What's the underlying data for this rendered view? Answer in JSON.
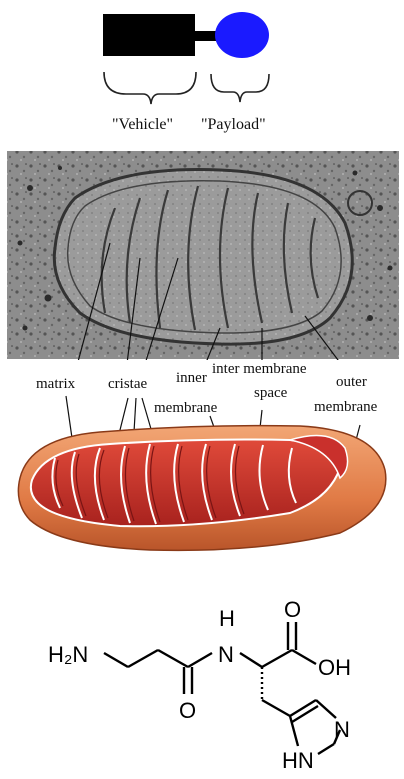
{
  "schematic": {
    "vehicle_label": "\"Vehicle\"",
    "payload_label": "\"Payload\"",
    "vehicle_color": "#000000",
    "payload_color": "#1a1aff"
  },
  "mitochondrion": {
    "labels": {
      "matrix": "matrix",
      "cristae": "cristae",
      "inner_membrane_line1": "inner",
      "inner_membrane_line2": "membrane",
      "inter_membrane_line1": "inter membrane",
      "inter_membrane_line2": "space",
      "outer_membrane_line1": "outer",
      "outer_membrane_line2": "membrane"
    },
    "colors": {
      "outer": "#e07a45",
      "inner": "#c9302c",
      "micrograph": "#8a8a8a"
    }
  },
  "molecule": {
    "h2n": "H₂N",
    "nh_h": "H",
    "nh_n": "N",
    "carbonyl_o": "O",
    "acid_o": "O",
    "oh": "OH",
    "ring_n": "N",
    "ring_hn": "HN"
  }
}
